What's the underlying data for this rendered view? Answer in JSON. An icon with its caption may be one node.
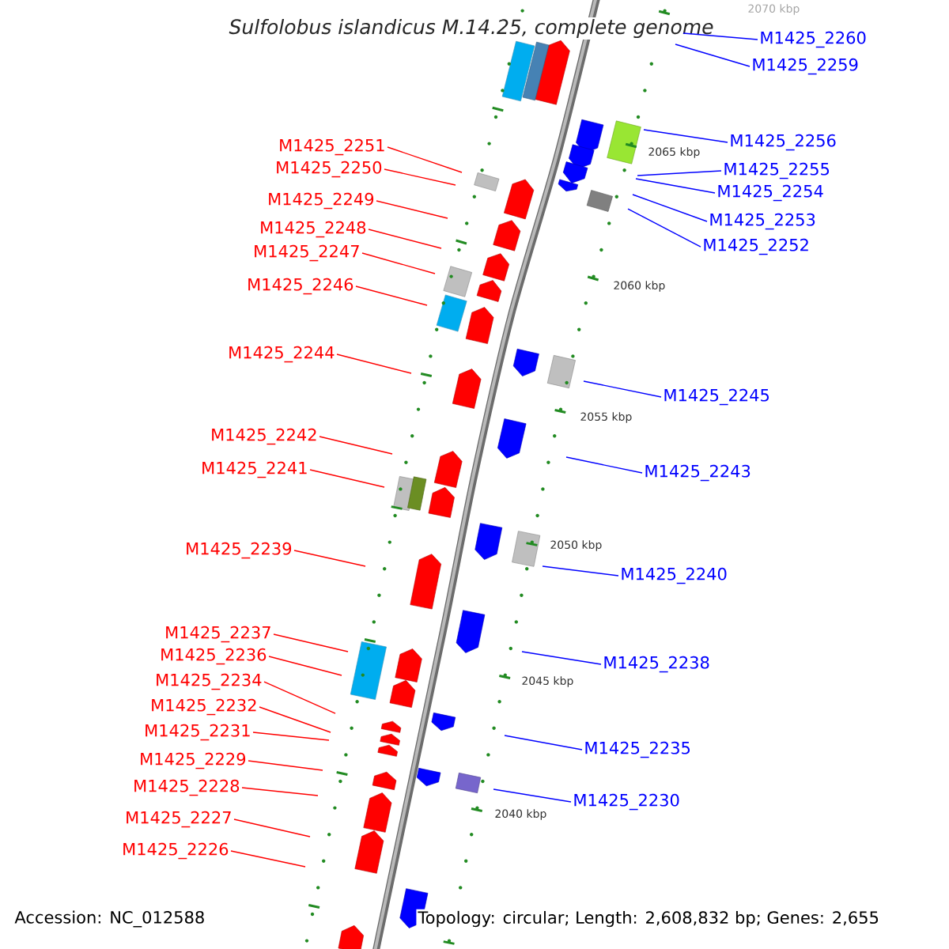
{
  "diagram": {
    "title": "Sulfolobus islandicus M.14.25, complete genome",
    "nodes": [
      {
        "text": [
          "M1425_2260"
        ]
      },
      {
        "text": [
          "M1425_2259"
        ]
      },
      {
        "text": [
          "M1425_2256"
        ]
      },
      {
        "text": [
          "M1425_2251"
        ]
      },
      {
        "text": [
          "M1425_2255"
        ]
      },
      {
        "text": [
          "M1425_2250"
        ]
      },
      {
        "text": [
          "M1425_2254"
        ]
      },
      {
        "text": [
          "M1425_2249"
        ]
      },
      {
        "text": [
          "M1425_2253"
        ]
      },
      {
        "text": [
          "M1425_2248"
        ]
      },
      {
        "text": [
          "M1425_2252"
        ]
      },
      {
        "text": [
          "M1425_2247"
        ]
      },
      {
        "text": [
          "M1425_2246"
        ]
      },
      {
        "text": [
          "M1425_2244"
        ]
      },
      {
        "text": [
          "M1425_2245"
        ]
      },
      {
        "text": [
          "M1425_2242"
        ]
      },
      {
        "text": [
          "M1425_2241"
        ]
      },
      {
        "text": [
          "M1425_2243"
        ]
      },
      {
        "text": [
          "M1425_2239"
        ]
      },
      {
        "text": [
          "M1425_2240"
        ]
      },
      {
        "text": [
          "M1425_2237"
        ]
      },
      {
        "text": [
          "M1425_2236"
        ]
      },
      {
        "text": [
          "M1425_2238"
        ]
      },
      {
        "text": [
          "M1425_2234"
        ]
      },
      {
        "text": [
          "M1425_2232"
        ]
      },
      {
        "text": [
          "M1425_2231"
        ]
      },
      {
        "text": [
          "M1425_2235"
        ]
      },
      {
        "text": [
          "M1425_2229"
        ]
      },
      {
        "text": [
          "M1425_2228"
        ]
      },
      {
        "text": [
          "M1425_2230"
        ]
      },
      {
        "text": [
          "M1425_2227"
        ]
      },
      {
        "text": [
          "M1425_2226"
        ]
      }
    ],
    "edges": [
      {
        "from": 0,
        "to": null,
        "arrow": "none",
        "color": "#0000ff"
      },
      {
        "from": 1,
        "to": null,
        "arrow": "none",
        "color": "#0000ff"
      },
      {
        "from": 2,
        "to": null,
        "arrow": "none",
        "color": "#0000ff"
      },
      {
        "from": 3,
        "to": null,
        "arrow": "none"
      },
      {
        "from": 4,
        "to": null,
        "arrow": "none",
        "color": "#0000ff"
      },
      {
        "from": 5,
        "to": null,
        "arrow": "none"
      },
      {
        "from": 6,
        "to": null,
        "arrow": "none",
        "color": "#0000ff"
      },
      {
        "from": 7,
        "to": null,
        "arrow": "none"
      },
      {
        "from": 8,
        "to": null,
        "arrow": "none",
        "color": "#0000ff"
      },
      {
        "from": 9,
        "to": null,
        "arrow": "none"
      },
      {
        "from": 10,
        "to": null,
        "arrow": "none",
        "color": "#0000ff"
      },
      {
        "from": 11,
        "to": null,
        "arrow": "none"
      },
      {
        "from": 12,
        "to": null,
        "arrow": "none"
      },
      {
        "from": 13,
        "to": null,
        "arrow": "none"
      },
      {
        "from": 14,
        "to": null,
        "arrow": "none",
        "color": "#0000ff"
      },
      {
        "from": 15,
        "to": null,
        "arrow": "none"
      },
      {
        "from": 16,
        "to": null,
        "arrow": "none"
      },
      {
        "from": 17,
        "to": null,
        "arrow": "none",
        "color": "#0000ff"
      },
      {
        "from": 18,
        "to": null,
        "arrow": "none"
      },
      {
        "from": 19,
        "to": null,
        "arrow": "none",
        "color": "#0000ff"
      },
      {
        "from": 20,
        "to": null,
        "arrow": "none"
      },
      {
        "from": 21,
        "to": null,
        "arrow": "none"
      },
      {
        "from": 22,
        "to": null,
        "arrow": "none",
        "color": "#0000ff"
      },
      {
        "from": 23,
        "to": null,
        "arrow": "none"
      },
      {
        "from": 24,
        "to": null,
        "arrow": "none"
      },
      {
        "from": 25,
        "to": null,
        "arrow": "none"
      },
      {
        "from": 26,
        "to": null,
        "arrow": "none",
        "color": "#0000ff"
      },
      {
        "from": 27,
        "to": null,
        "arrow": "none"
      },
      {
        "from": 28,
        "to": null,
        "arrow": "none"
      },
      {
        "from": 29,
        "to": null,
        "arrow": "none",
        "color": "#0000ff"
      },
      {
        "from": 30,
        "to": null,
        "arrow": "none"
      },
      {
        "from": 31,
        "to": null,
        "arrow": "none"
      }
    ],
    "labels": [
      "2070 kbp",
      "2065 kbp",
      "2060 kbp",
      "2055 kbp",
      "2050 kbp",
      "2045 kbp",
      "2040 kbp",
      "Accession: NC_012588",
      "Topology: circular; Length: 2,608,832 bp; Genes: 2,655"
    ]
  }
}
